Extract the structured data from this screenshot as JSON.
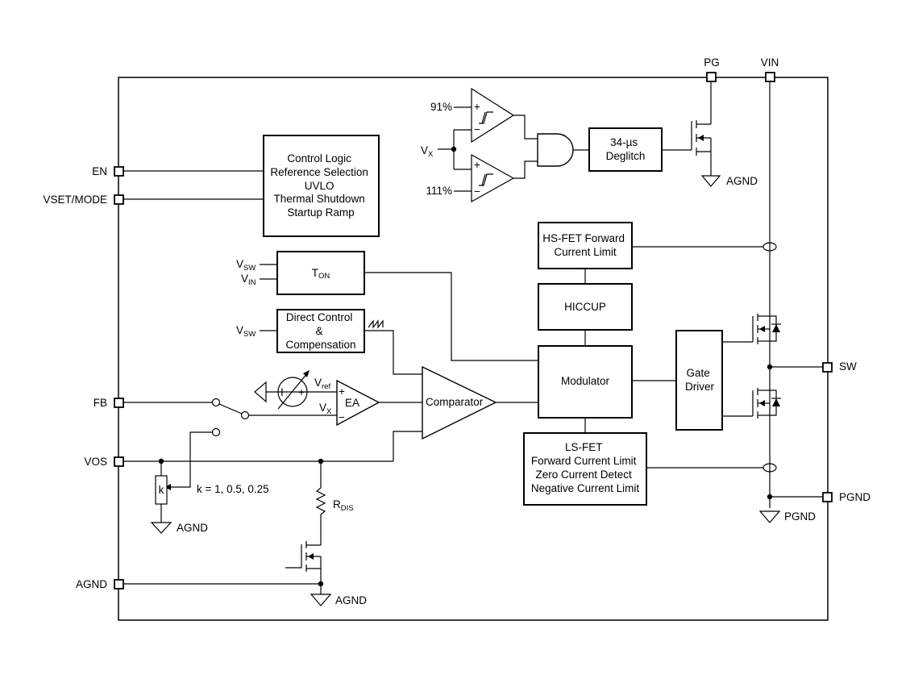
{
  "pins": {
    "en": "EN",
    "vset_mode": "VSET/MODE",
    "fb": "FB",
    "vos": "VOS",
    "agnd": "AGND",
    "pg": "PG",
    "vin": "VIN",
    "sw": "SW",
    "pgnd": "PGND"
  },
  "blocks": {
    "control_logic": [
      "Control Logic",
      "Reference Selection",
      "UVLO",
      "Thermal Shutdown",
      "Startup Ramp"
    ],
    "ton": {
      "main": "T",
      "sub": "ON"
    },
    "direct_control": [
      "Direct Control",
      "&",
      "Compensation"
    ],
    "deglitch": [
      "34-µs",
      "Deglitch"
    ],
    "hs_fet": [
      "HS-FET Forward",
      "Current Limit"
    ],
    "hiccup": "HICCUP",
    "modulator": "Modulator",
    "gate_driver": [
      "Gate",
      "Driver"
    ],
    "ls_fet": [
      "LS-FET",
      "Forward Current Limit",
      "Zero Current Detect",
      "Negative Current Limit"
    ],
    "comparator": "Comparator",
    "ea": "EA"
  },
  "labels": {
    "pct_91": "91%",
    "pct_111": "111%",
    "vx": {
      "main": "V",
      "sub": "X"
    },
    "vsw": {
      "main": "V",
      "sub": "SW"
    },
    "vin_sig": {
      "main": "V",
      "sub": "IN"
    },
    "vref": {
      "main": "V",
      "sub": "ref"
    },
    "rdis": {
      "main": "R",
      "sub": "DIS"
    },
    "k": "k",
    "k_values": "k = 1, 0.5, 0.25",
    "current_src": "I",
    "agnd": "AGND",
    "pgnd": "PGND",
    "plus": "+",
    "minus": "−"
  }
}
